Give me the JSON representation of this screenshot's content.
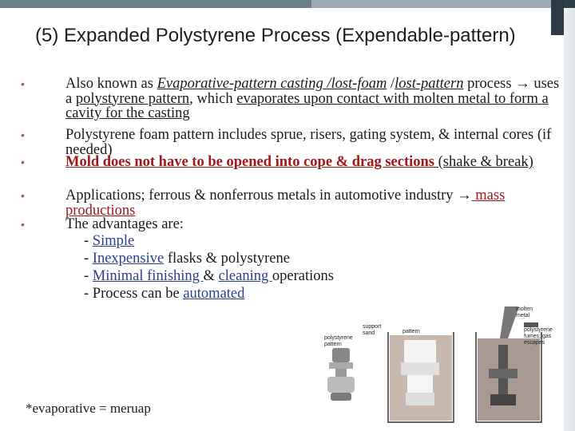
{
  "slide": {
    "title": "(5) Expanded Polystyrene Process (Expendable-pattern)",
    "bullets": {
      "b1": {
        "pre": "Also known as ",
        "link1": "Evaporative-pattern casting /lost-foam",
        "sep": " /",
        "link2": "lost-pattern",
        "mid": " process ",
        "arrow": "→",
        "mid2": " uses a ",
        "link3": "polystyrene pattern",
        "mid3": ", which ",
        "link4": "evaporates upon contact with molten metal to form a cavity for the casting"
      },
      "b2": "Polystyrene foam pattern includes sprue, risers, gating system, & internal cores (if needed)",
      "b3": {
        "bold": "Mold does not have to be opened into cope & drag sections",
        "rest": " (shake & break)"
      },
      "b4": {
        "pre": "Applications;  ferrous & nonferrous metals in automotive industry      ",
        "arrow": "→",
        "link": " mass productions"
      },
      "b5": {
        "head": "The advantages are:",
        "items": [
          {
            "dash": "- ",
            "link": "Simple",
            "rest": ""
          },
          {
            "dash": "- ",
            "link": "Inexpensive",
            "rest": " flasks & polystyrene"
          },
          {
            "dash": "- ",
            "link": "Minimal finishing ",
            "mid": "& ",
            "link2": "cleaning ",
            "rest": "operations"
          },
          {
            "dash": "- Process can be ",
            "link": "automated",
            "rest": ""
          }
        ]
      }
    },
    "footnote": "*evaporative = meruap",
    "figure": {
      "labels": {
        "polystyrene_pattern": "polystyrene pattern",
        "support_sand": "support sand",
        "pattern": "pattern",
        "molten_metal": "molten metal",
        "fumes": "polystyrene fumes; gas escapes"
      }
    }
  },
  "colors": {
    "accent_red": "#a01818",
    "link_blue": "#2d3e8f",
    "bullet": "#a35b5b",
    "bar": "#6b7f8d"
  }
}
